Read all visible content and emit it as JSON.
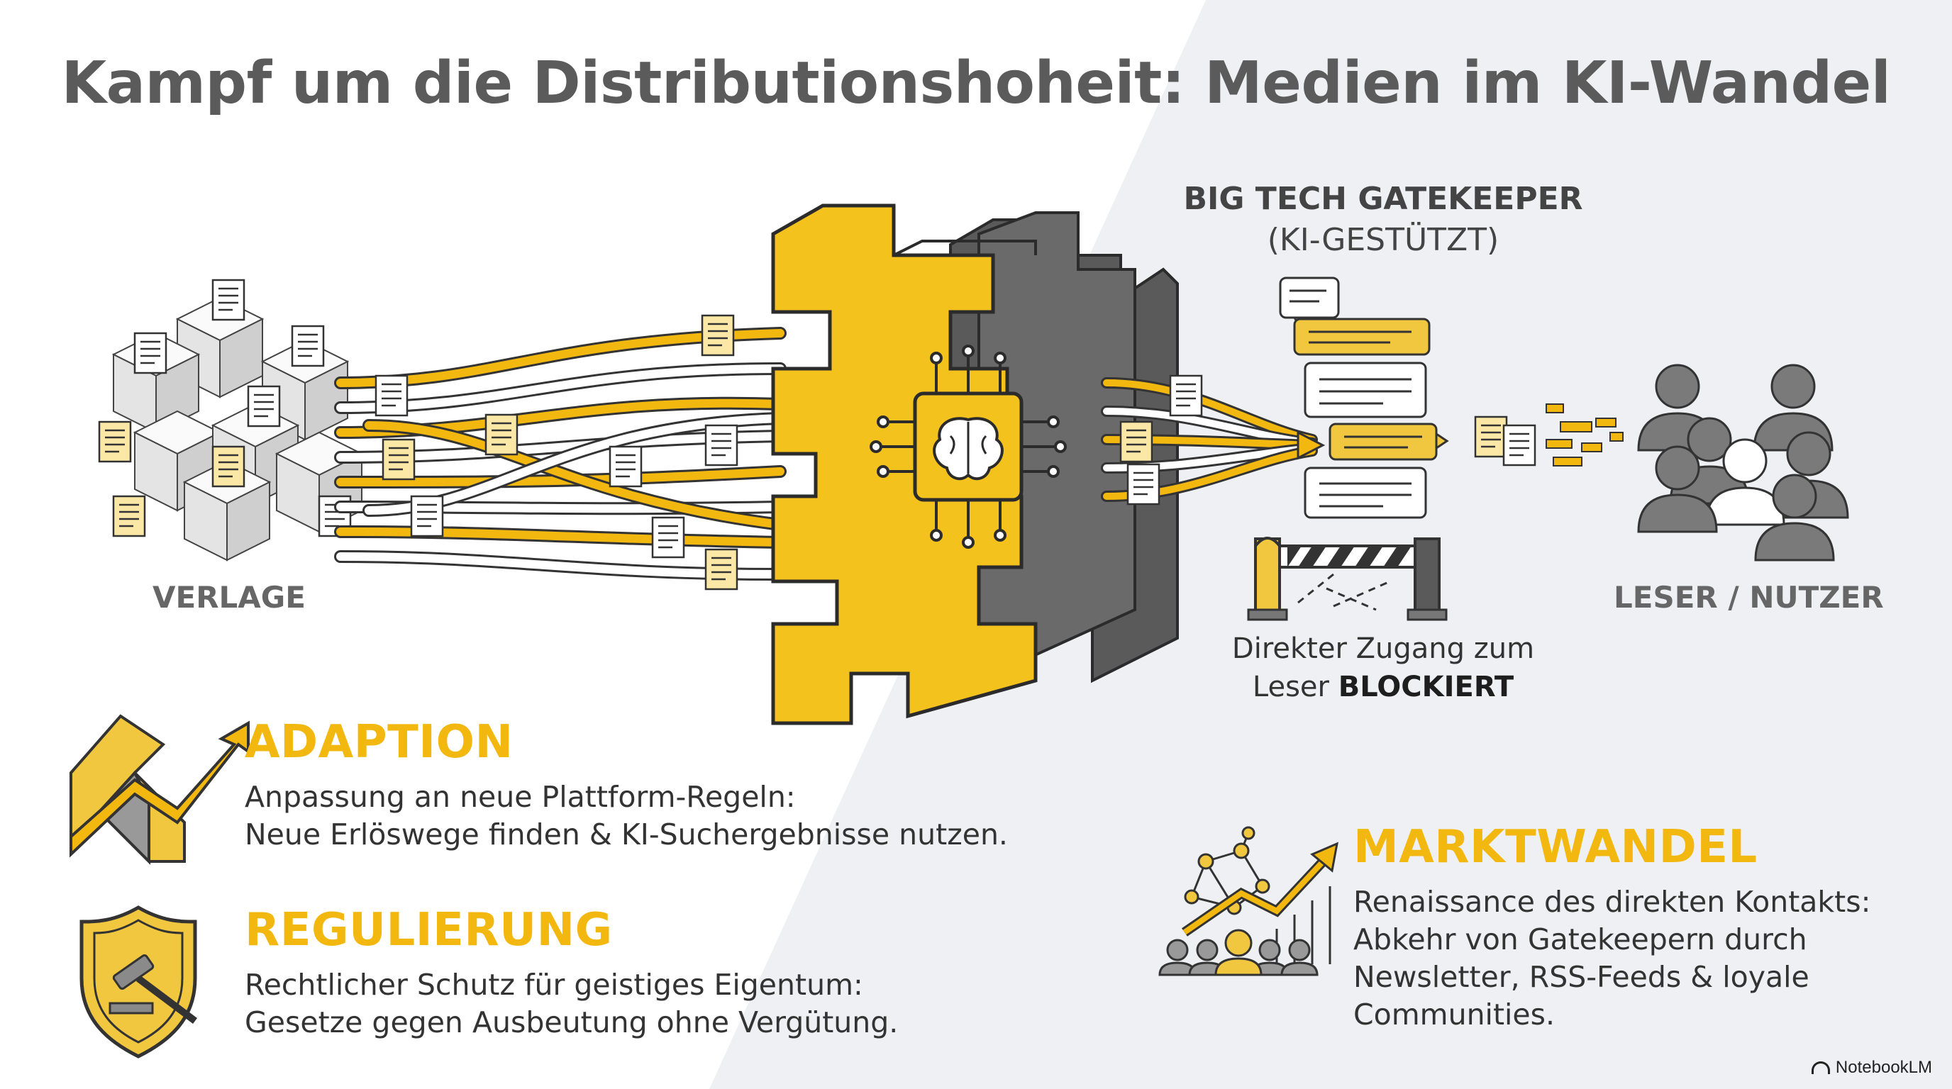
{
  "title": "Kampf um die Distributionshoheit: Medien im KI-Wandel",
  "labels": {
    "publishers": "VERLAGE",
    "readers": "LESER / NUTZER",
    "gatekeeper_title": "BIG TECH GATEKEEPER",
    "gatekeeper_sub": "(KI-GESTÜTZT)",
    "blocked_line1": "Direkter Zugang zum",
    "blocked_line2_prefix": "Leser",
    "blocked_line2_bold": "BLOCKIERT"
  },
  "cards": {
    "adaption": {
      "heading": "ADAPTION",
      "line1": "Anpassung an neue Plattform-Regeln:",
      "line2": "Neue Erlöswege finden & KI-Suchergebnisse nutzen."
    },
    "regulierung": {
      "heading": "REGULIERUNG",
      "line1": "Rechtlicher Schutz für geistiges Eigentum:",
      "line2": "Gesetze gegen Ausbeutung ohne Vergütung."
    },
    "marktwandel": {
      "heading": "MARKTWANDEL",
      "line1": "Renaissance des direkten Kontakts:",
      "line2": "Abkehr von Gatekeepern durch",
      "line3": "Newsletter, RSS-Feeds & loyale",
      "line4": "Communities."
    }
  },
  "brand": "NotebookLM",
  "icons": [
    "document-icon",
    "brain-chip-icon",
    "chat-bubble-icon",
    "barrier-icon",
    "user-group-icon",
    "arrow-up-icon",
    "shield-gavel-icon",
    "network-growth-icon"
  ],
  "colors": {
    "accent": "#f2b80f",
    "dark": "#5a5a5a",
    "text": "#333333"
  }
}
